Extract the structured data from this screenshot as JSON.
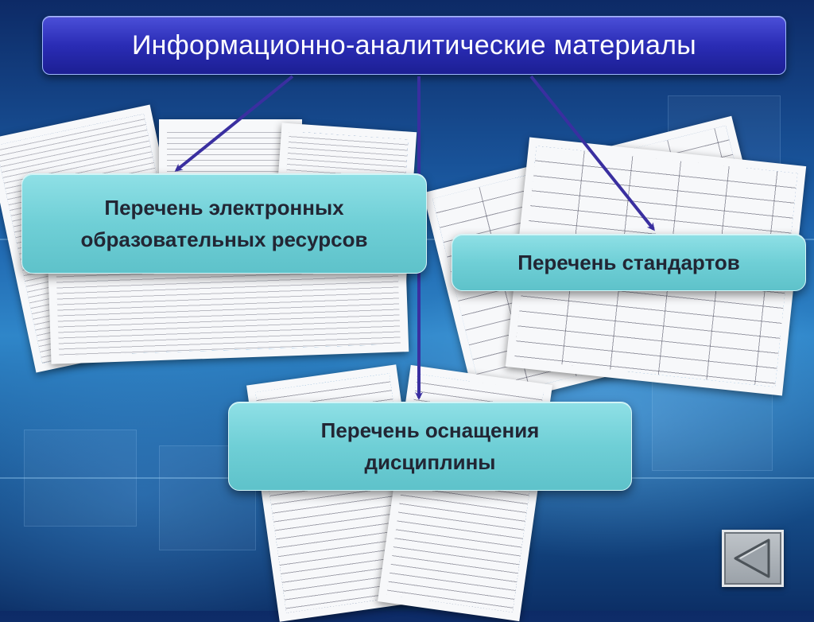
{
  "title": "Информационно-аналитические материалы",
  "nodes": {
    "resources": {
      "line1": "Перечень  электронных",
      "line2": "образовательных ресурсов"
    },
    "standards": {
      "label": "Перечень стандартов"
    },
    "equipment": {
      "line1": "Перечень оснащения",
      "line2": "дисциплины"
    }
  },
  "colors": {
    "title_bar": "#2a2cb5",
    "node_fill": "#6fcfd6",
    "arrow": "#3a2fa0"
  },
  "icons": {
    "back": "triangle-left-icon"
  }
}
